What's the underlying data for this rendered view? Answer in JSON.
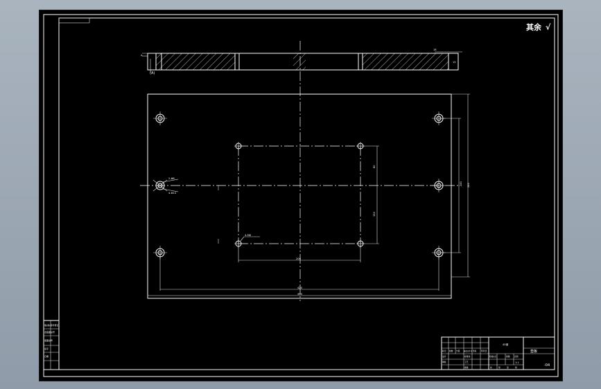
{
  "drawing": {
    "surface_roughness": "其余",
    "roughness_symbol": "√",
    "section_marker": "A",
    "section_label": "(A)",
    "dims": {
      "hole_spec_left": "2-Φ8",
      "hole_spec_left2": "4-Φ14",
      "hole_spec_inner": "4-M8",
      "inner_width": "200",
      "outer_width_a": "420",
      "outer_width_b": "460",
      "right_height_a": "240",
      "right_height_b": "280",
      "inner_height_a": "80",
      "inner_height_b": "150",
      "thickness": "15",
      "thickness_top": "18"
    }
  },
  "left_stamp": {
    "rows": [
      "借(通)用件登记",
      "旧底图总号",
      "底图总号",
      "签字",
      "日期"
    ]
  },
  "title_block": {
    "part_name": "垫板",
    "material": "45钢",
    "scale": "1:1",
    "drawing_no": "-04",
    "cells": [
      "标记",
      "处数",
      "分区",
      "更改文件号",
      "签名",
      "年月日",
      "设计",
      "标准化",
      "审核",
      "工艺",
      "批准",
      "阶段标记",
      "重量",
      "比例",
      "共",
      "张",
      "第",
      "张"
    ]
  },
  "colors": {
    "paper": "#000000",
    "line": "#ffffff",
    "app_bg": "#9aa5b1"
  }
}
